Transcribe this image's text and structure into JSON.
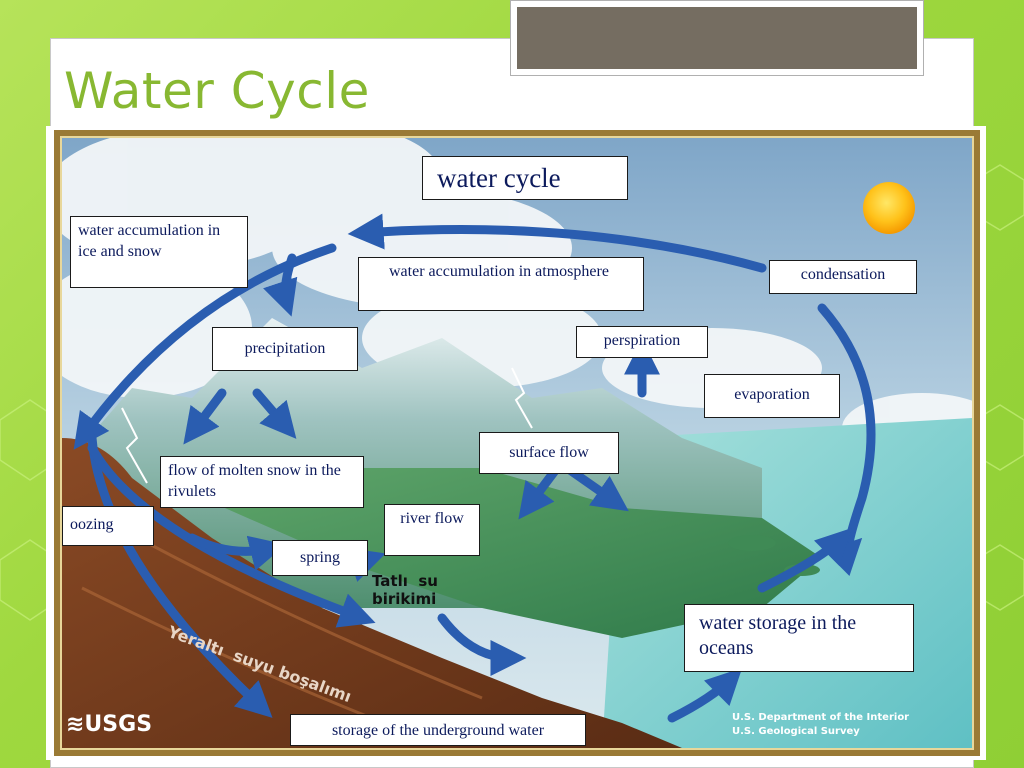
{
  "slide": {
    "title": "Water Cycle"
  },
  "diagram": {
    "heading": "water cycle",
    "labels": {
      "ice_snow": "water accumulation in ice and snow",
      "atmosphere": "water accumulation in atmosphere",
      "condensation": "condensation",
      "precipitation": "precipitation",
      "perspiration": "perspiration",
      "evaporation": "evaporation",
      "surface_flow": "surface flow",
      "molten_snow": "flow of molten snow in the rivulets",
      "oozing": "oozing",
      "river_flow": "river flow",
      "spring": "spring",
      "ocean_storage": "water storage in the oceans",
      "underground_storage": "storage of the underground water"
    },
    "overlay_text": {
      "freshwater_line1": "Tatlı  su",
      "freshwater_line2": "birikimi",
      "groundwater": "Yeraltı  suyu boşalımı"
    },
    "credits": {
      "logo": "≋USGS",
      "line1": "U.S. Department of the Interior",
      "line2": "U.S. Geological Survey"
    }
  },
  "colors": {
    "background_green": "#9fd83f",
    "title_green": "#88b832",
    "frame_gold": "#9a7a35",
    "arrow_blue": "#2a5db0",
    "label_text": "#0c1a5c"
  }
}
